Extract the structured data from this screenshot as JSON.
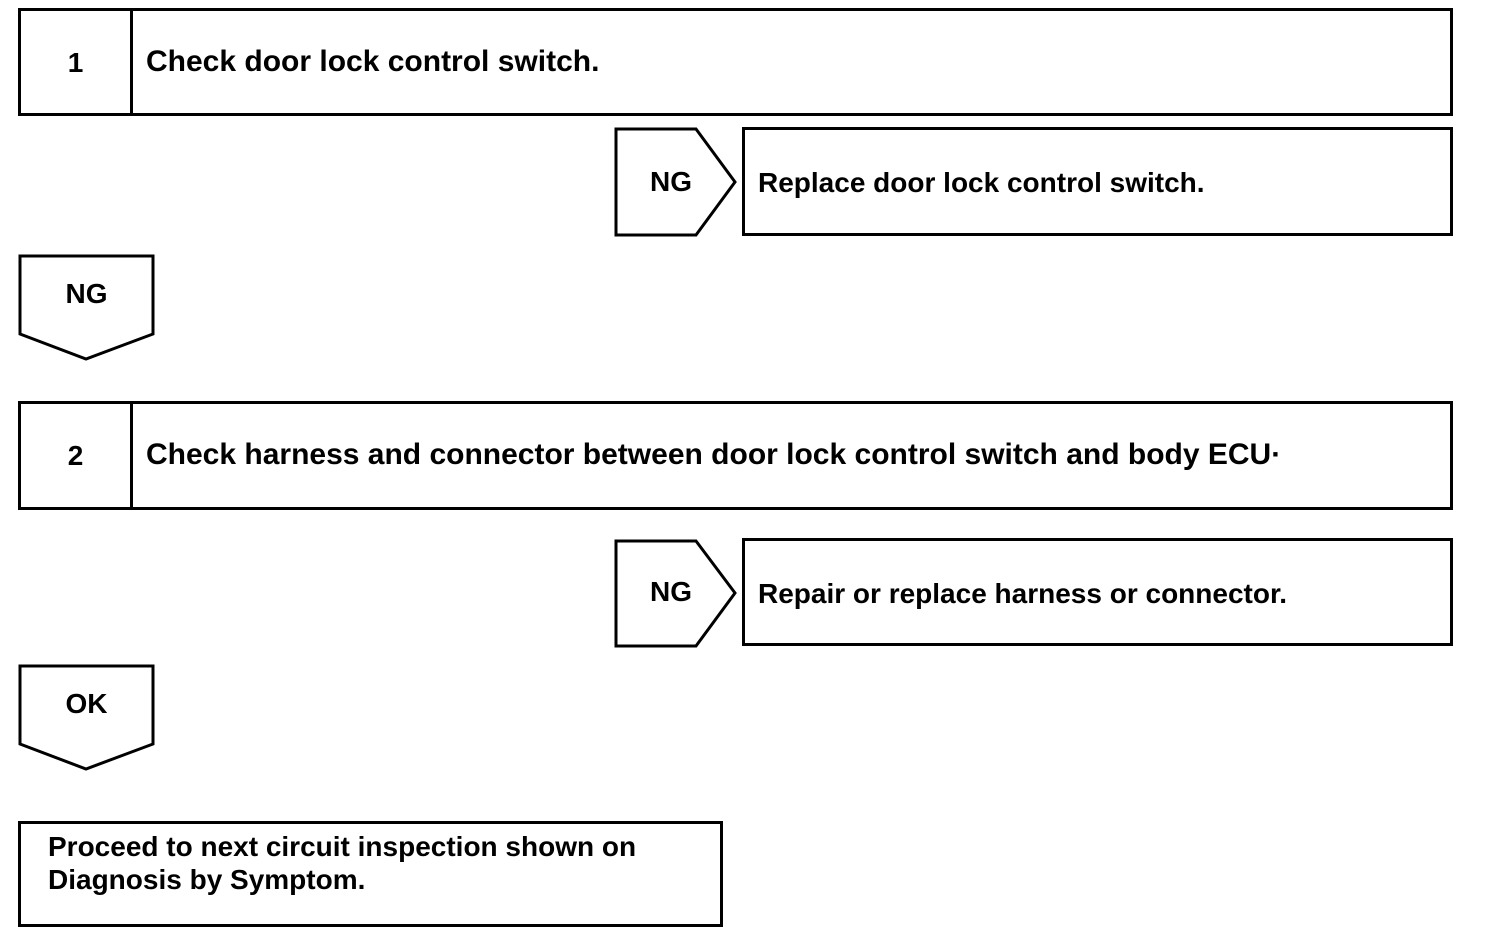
{
  "steps": [
    {
      "number": "1",
      "text": "Check door lock control switch.",
      "branch_label": "NG",
      "branch_action": "Replace door lock control switch.",
      "down_label": "NG"
    },
    {
      "number": "2",
      "text": "Check harness and connector between door lock control switch and body ECU·",
      "branch_label": "NG",
      "branch_action": "Repair or replace harness or connector.",
      "down_label": "OK"
    }
  ],
  "final": {
    "lines": [
      "Proceed to next circuit inspection shown on",
      "Diagnosis by Symptom."
    ]
  },
  "colors": {
    "line": "#000000",
    "background": "#ffffff"
  }
}
